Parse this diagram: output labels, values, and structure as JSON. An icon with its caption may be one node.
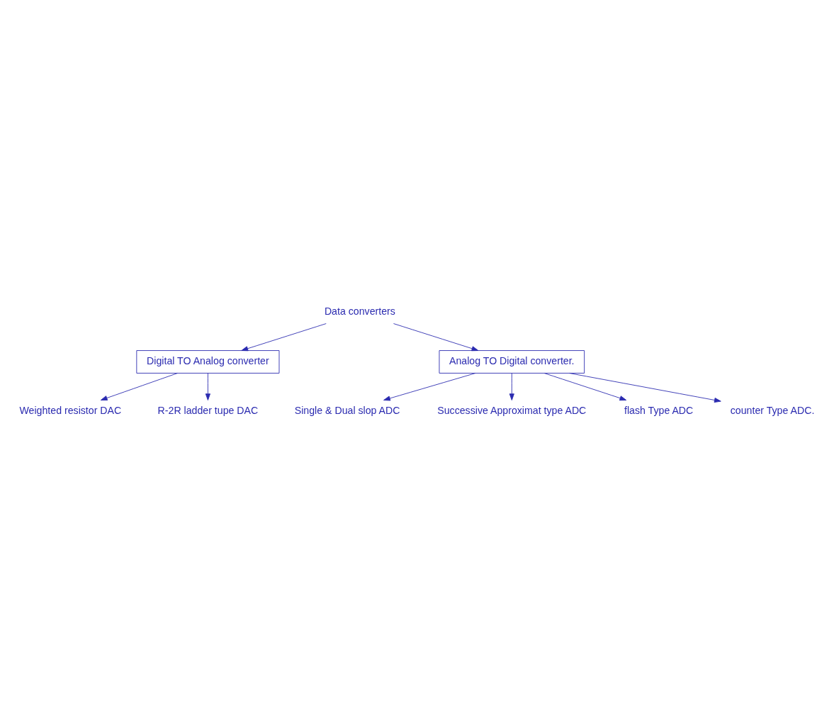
{
  "diagram": {
    "nodes": [
      {
        "text": [
          "Data converters"
        ]
      },
      {
        "text": [
          "Digital TO Analog converter"
        ]
      },
      {
        "text": [
          "Analog TO Digital converter."
        ]
      },
      {
        "text": [
          "Weighted resistor DAC"
        ]
      },
      {
        "text": [
          "R-2R ladder tupe DAC"
        ]
      },
      {
        "text": [
          "Single & Dual slop ADC"
        ]
      },
      {
        "text": [
          "Successive Approximat type ADC"
        ]
      },
      {
        "text": [
          "flash Type ADC"
        ]
      },
      {
        "text": [
          "counter Type ADC."
        ]
      }
    ],
    "edges": [
      {
        "from": 0,
        "to": 1,
        "arrow": "to"
      },
      {
        "from": 0,
        "to": 2,
        "arrow": "to"
      },
      {
        "from": 1,
        "to": 3,
        "arrow": "to"
      },
      {
        "from": 1,
        "to": 4,
        "arrow": "to"
      },
      {
        "from": 2,
        "to": 5,
        "arrow": "to"
      },
      {
        "from": 2,
        "to": 6,
        "arrow": "to"
      },
      {
        "from": 2,
        "to": 7,
        "arrow": "to"
      },
      {
        "from": 2,
        "to": 8,
        "arrow": "to"
      }
    ]
  }
}
